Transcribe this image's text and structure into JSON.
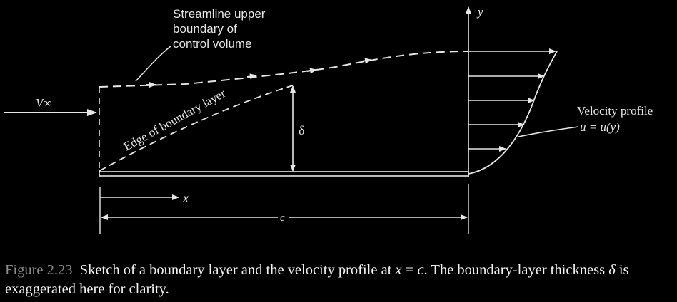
{
  "diagram": {
    "streamline_label": [
      "Streamline upper",
      "boundary of",
      "control volume"
    ],
    "freestream_label": "V∞",
    "edge_label": "Edge of boundary layer",
    "delta_label": "δ",
    "y_axis_label": "y",
    "x_axis_label": "x",
    "chord_label": "c",
    "velocity_profile_label": "Velocity profile",
    "velocity_profile_equation": "u = u(y)"
  },
  "caption": {
    "figure_label": "Figure 2.23",
    "text_part1": "Sketch of a boundary layer and the velocity profile at ",
    "math_x": "x",
    "math_eq": " = ",
    "math_c": "c",
    "text_part2": ". The boundary-layer thickness ",
    "math_delta": "δ",
    "text_part3": " is exaggerated here for clarity."
  },
  "colors": {
    "background": "#000000",
    "lines": "#e6e6e6",
    "figure_label": "#8c8c8c"
  }
}
